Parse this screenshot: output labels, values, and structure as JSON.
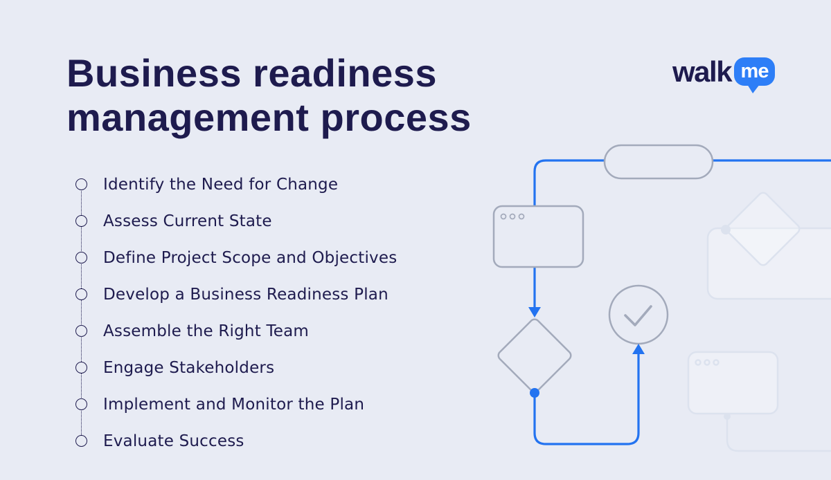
{
  "colors": {
    "background": "#e8ebf4",
    "text_navy": "#1e1b4e",
    "accent_blue": "#2373f0",
    "outline_gray": "#a3aabb",
    "faded_outline": "#dce2ee",
    "logo_bubble_blue": "#2d7ef7",
    "logo_me_white": "#ffffff"
  },
  "header": {
    "title_line1": "Business readiness",
    "title_line2": "management process"
  },
  "logo": {
    "walk_text": "walk",
    "me_text": "me"
  },
  "checklist": {
    "items": [
      "Identify the Need for Change",
      "Assess Current State",
      "Define Project Scope and Objectives",
      "Develop a Business Readiness Plan",
      "Assemble the Right Team",
      "Engage Stakeholders",
      "Implement and Monitor the Plan",
      "Evaluate Success"
    ]
  },
  "flowchart": {
    "visible_nodes": [
      "start-pill",
      "browser-window",
      "decision-diamond",
      "check-circle"
    ],
    "faded_nodes": [
      "diamond",
      "card",
      "browser-window",
      "connector"
    ],
    "icons": {
      "check": "checkmark",
      "window_dots": "three-dots"
    }
  }
}
